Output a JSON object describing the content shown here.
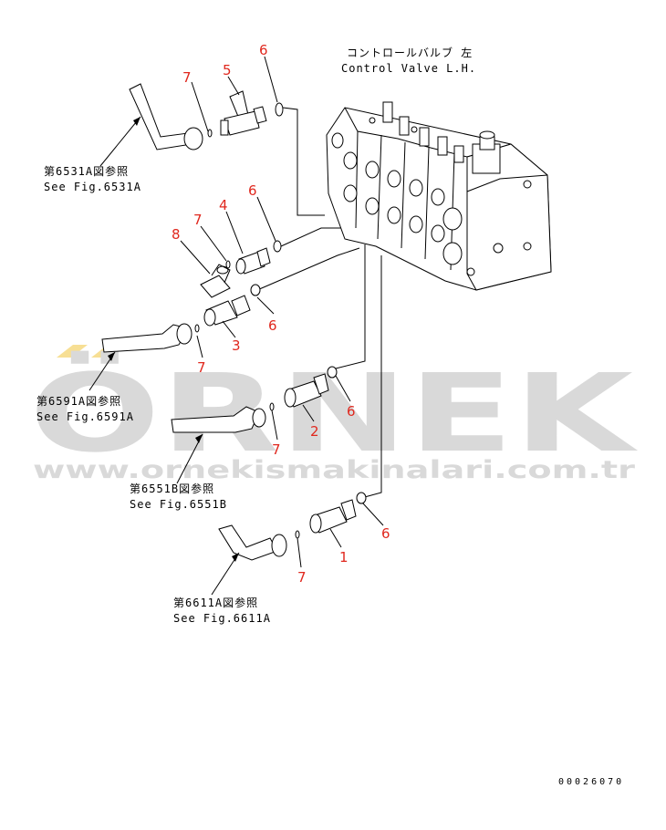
{
  "header": {
    "title_jp": "コントロールバルブ 左",
    "title_en": "Control Valve L.H."
  },
  "references": [
    {
      "jp": "第6531A図参照",
      "en": "See Fig.6531A"
    },
    {
      "jp": "第6591A図参照",
      "en": "See Fig.6591A"
    },
    {
      "jp": "第6551B図参照",
      "en": "See Fig.6551B"
    },
    {
      "jp": "第6611A図参照",
      "en": "See Fig.6611A"
    }
  ],
  "callouts": [
    "1",
    "2",
    "3",
    "4",
    "5",
    "6",
    "6",
    "6",
    "6",
    "6",
    "7",
    "7",
    "7",
    "7",
    "7",
    "8"
  ],
  "watermark": {
    "brand": "ÖRNEK",
    "url": "www.ornekismakinalari.com.tr"
  },
  "drawing_code": "00026070",
  "colors": {
    "callout": "#e0281e",
    "watermark": "#d9d9d9",
    "watermark_accent": "#f2c94c",
    "line": "#000000"
  }
}
